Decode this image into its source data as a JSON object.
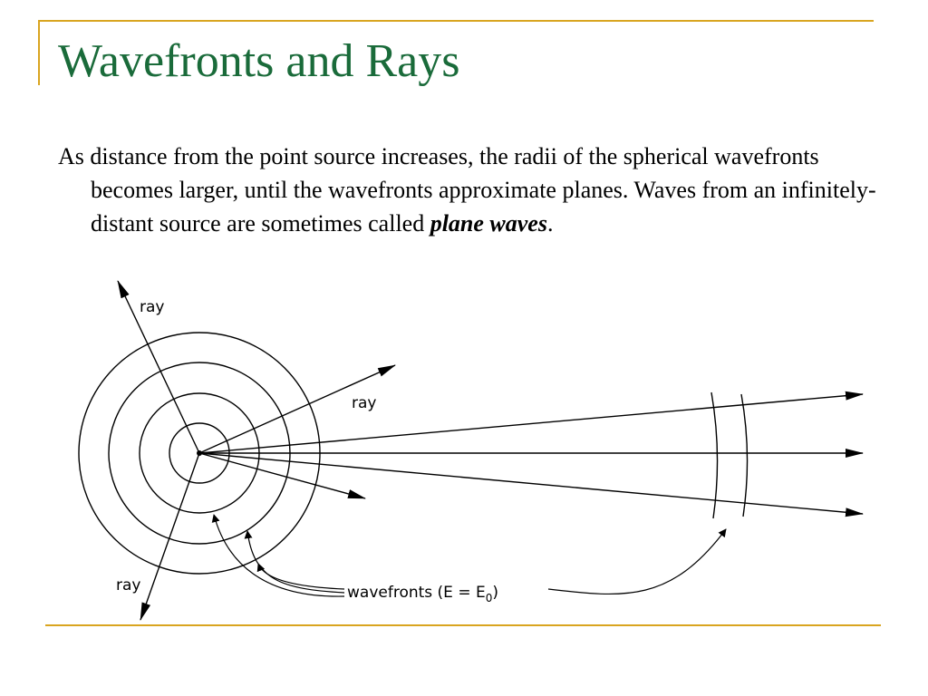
{
  "slide": {
    "title": "Wavefronts and Rays",
    "paragraph_before": "As distance from the point source increases, the radii of the spherical wavefronts becomes larger, until the wavefronts approximate planes.  Waves from an infinitely-distant source are sometimes called ",
    "paragraph_emphasis": "plane waves",
    "paragraph_after": "."
  },
  "diagram": {
    "label_ray_top": "ray",
    "label_ray_right": "ray",
    "label_ray_bottom": "ray",
    "label_wavefronts": "wavefronts (E = E",
    "label_wavefronts_sub": "0",
    "label_wavefronts_close": ")"
  },
  "colors": {
    "accent_rule": "#d9a520",
    "title": "#1a6b3a"
  }
}
